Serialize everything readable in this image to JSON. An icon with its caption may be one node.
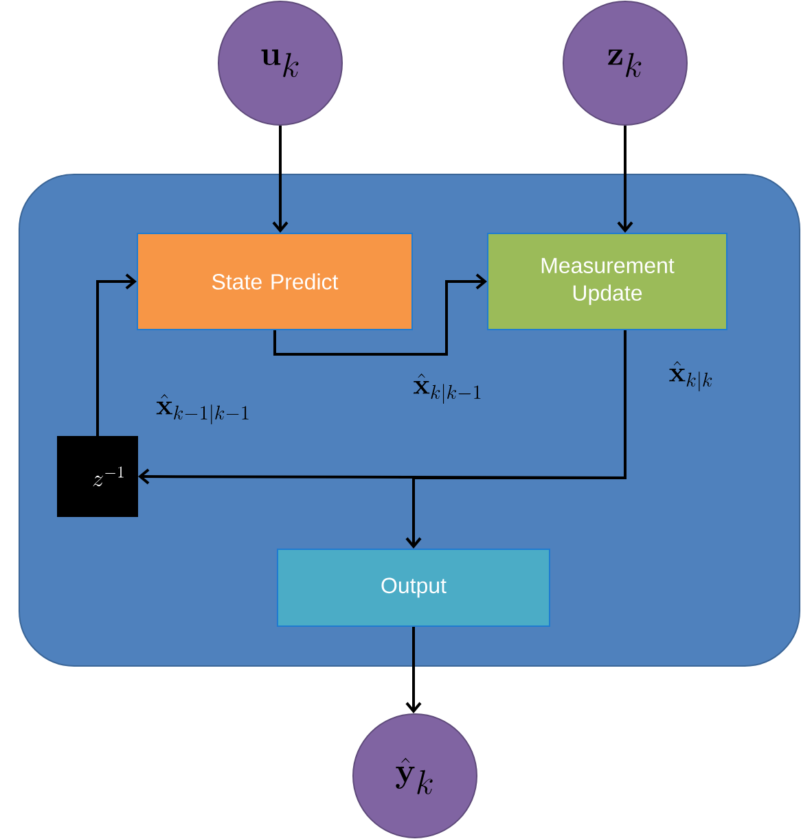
{
  "diagram": {
    "nodes": [
      {
        "text": [
          "\\mathbf{u}_k"
        ]
      },
      {
        "text": [
          "\\mathbf{z}_k"
        ]
      },
      {
        "text": [],
        "shape": "box"
      },
      {
        "text": [
          "State Predict"
        ],
        "in": 2
      },
      {
        "text": [
          "Measurement Update"
        ],
        "in": 2
      },
      {
        "text": [
          "z^{-1}"
        ],
        "in": 2
      },
      {
        "text": [
          "Output"
        ],
        "in": 2
      },
      {
        "text": [
          "\\hat{\\mathbf{y}}_k"
        ]
      }
    ],
    "edges": [
      {
        "from": 0,
        "to": 3,
        "arrow": "to"
      },
      {
        "from": 1,
        "to": 4,
        "arrow": "to"
      },
      {
        "from": 3,
        "to": 4,
        "arrow": "to",
        "label": "\\hat{\\mathbf{x}}_{k|k-1}"
      },
      {
        "from": 4,
        "to": 5,
        "arrow": "to",
        "label": "\\hat{\\mathbf{x}}_{k|k}"
      },
      {
        "from": 4,
        "to": 6,
        "arrow": "to"
      },
      {
        "from": 5,
        "to": 3,
        "arrow": "to",
        "label": "\\hat{\\mathbf{x}}_{k-1|k-1}"
      },
      {
        "from": 6,
        "to": 7,
        "arrow": "to"
      }
    ]
  }
}
